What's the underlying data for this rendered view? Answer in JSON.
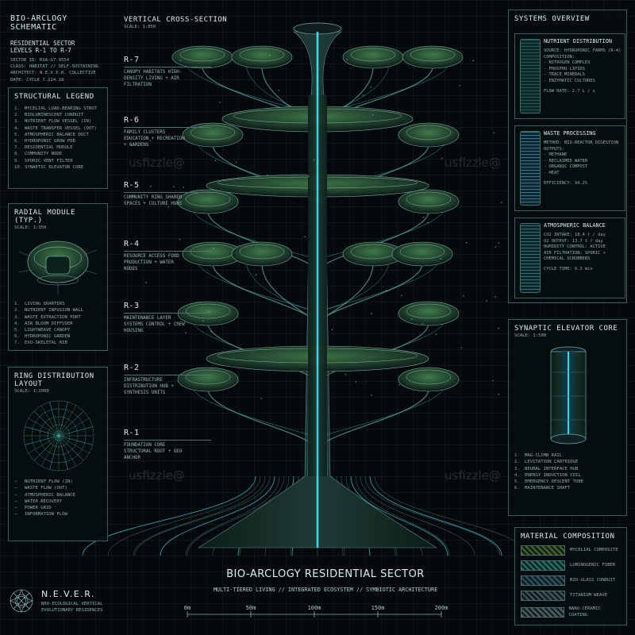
{
  "header": {
    "title": "BIO-ARCLOGY SCHEMATIC",
    "lines": [
      "RESIDENTIAL SECTOR",
      "LEVELS R-1 TO R-7"
    ],
    "meta": [
      "SECTOR ID: RSA-G7-9554",
      "CLASS: HABITAT // SELF-SUSTAINING",
      "ARCHITECT: N.E.V.E.R. COLLECTIVE",
      "DATE: CYCLE 7.224.18"
    ]
  },
  "structural_legend": {
    "title": "STRUCTURAL LEGEND",
    "items": [
      "MYCELIAL LOAD-BEARING STRUT",
      "BIOLUMINESCENT CONDUIT",
      "NUTRIENT FLOW VESSEL (IN)",
      "WASTE TRANSFER VESSEL (OUT)",
      "ATMOSPHERIC BALANCE DUCT",
      "HYDROPONIC GROW POD",
      "RESIDENTIAL MODULE",
      "COMMUNITY NODE",
      "SPORIC VENT FILTER",
      "SYNAPTIC ELEVATOR CORE"
    ]
  },
  "radial_module": {
    "title": "RADIAL MODULE (TYP.)",
    "scale": "SCALE: 1:350",
    "items": [
      "LIVING QUARTERS",
      "NUTRIENT INFUSION WALL",
      "WASTE EXTRACTION PORT",
      "AIR BLOOM DIFFUSER",
      "LIGHTWEAVE CANOPY",
      "HYDROPONIC GARDEN",
      "EXO-SKELETAL RIB"
    ]
  },
  "ring_layout": {
    "title": "RING DISTRIBUTION LAYOUT",
    "scale": "SCALE: 1:2000",
    "items": [
      "NUTRIENT FLOW (IN)",
      "WASTE FLOW (OUT)",
      "ATMOSPHERIC BALANCE",
      "WATER RECOVERY",
      "POWER GRID",
      "INFORMATION FLOW"
    ]
  },
  "brand": {
    "name": "N.E.V.E.R.",
    "lines": [
      "NEO-ECOLOGICAL VERTICAL",
      "EVOLUTIONARY RESIDENCES"
    ]
  },
  "section": {
    "title": "VERTICAL CROSS-SECTION",
    "scale": "SCALE: 1:850"
  },
  "levels": [
    {
      "tag": "R-7",
      "desc": "CANOPY HABITATS HIGH-DENSITY LIVING + AIR FILTRATION"
    },
    {
      "tag": "R-6",
      "desc": "FAMILY CLUSTERS EDUCATION + RECREATION + GARDENS"
    },
    {
      "tag": "R-5",
      "desc": "COMMUNITY RING SHARED SPACES + CULTURE HUBS"
    },
    {
      "tag": "R-4",
      "desc": "RESOURCE ACCESS FOOD PRODUCTION + WATER NODES"
    },
    {
      "tag": "R-3",
      "desc": "MAINTENANCE LAYER SYSTEMS CONTROL + CREW HOUSING"
    },
    {
      "tag": "R-2",
      "desc": "INFRASTRUCTURE DISTRIBUTION HUB + SYNTHESIS UNITS"
    },
    {
      "tag": "R-1",
      "desc": "FOUNDATION CORE STRUCTURAL ROOT + GEO ANCHOR"
    }
  ],
  "systems": {
    "title": "SYSTEMS OVERVIEW",
    "nutrient": {
      "title": "NUTRIENT DISTRIBUTION",
      "lines": [
        "SOURCE: HYDROPONIC FARMS (R-4)",
        "COMPOSITION:",
        "- NITROGEN COMPLEX",
        "- PHOSPHO-LIPIDS",
        "- TRACE MINERALS",
        "- ENZYMATIC CULTURES",
        "FLOW RATE: 2.7 L / s"
      ]
    },
    "waste": {
      "title": "WASTE PROCESSING",
      "lines": [
        "METHOD: BIO-REACTOR DIGESTION",
        "OUTPUTS:",
        "- METHANE",
        "- RECLAIMED WATER",
        "- ORGANIC COMPOST",
        "- HEAT",
        "EFFICIENCY: 94.2%"
      ]
    },
    "atmo": {
      "title": "ATMOSPHERIC BALANCE",
      "lines": [
        "CO2 INTAKE: 18.4 t / day",
        "O2 OUTPUT: 13.7 t / day",
        "HUMIDITY CONTROL: ACTIVE",
        "AIR FILTRATION: SPORIC + CHEMICAL SCRUBBERS",
        "CYCLE TIME: 6.3 min"
      ]
    }
  },
  "elevator": {
    "title": "SYNAPTIC ELEVATOR CORE",
    "scale": "SCALE: 1:500",
    "items": [
      "MAG-CLIMB RAIL",
      "LEVITATION CARTRIDGE",
      "NEURAL INTERFACE HUB",
      "ENERGY INDUCTION COIL",
      "EMERGENCY DESCENT TUBE",
      "MAINTENANCE SHAFT"
    ]
  },
  "materials": {
    "title": "MATERIAL COMPOSITION",
    "items": [
      {
        "label": "MYCELIAL COMPOSITE",
        "color": "#3f5a2a"
      },
      {
        "label": "LUMINOGENIC FIBER",
        "color": "#1f6b5c"
      },
      {
        "label": "BIO-GLASS CONDUIT",
        "color": "#2c4c55"
      },
      {
        "label": "TITANIUM WEAVE",
        "color": "#3b4d52"
      },
      {
        "label": "NANO-CERAMIC COATING",
        "color": "#46585b"
      }
    ]
  },
  "footer": {
    "title": "BIO-ARCLOGY RESIDENTIAL SECTOR",
    "subtitle": "MULTI-TIERED LIVING // INTEGRATED ECOSYSTEM // SYMBIOTIC ARCHITECTURE",
    "scale": [
      "0m",
      "50m",
      "100m",
      "150m",
      "200m"
    ]
  },
  "watermark": "usfizzle@",
  "colors": {
    "cyan": "#3fd6e8",
    "green": "#2f5a34",
    "leaf": "#4e8a4a"
  }
}
